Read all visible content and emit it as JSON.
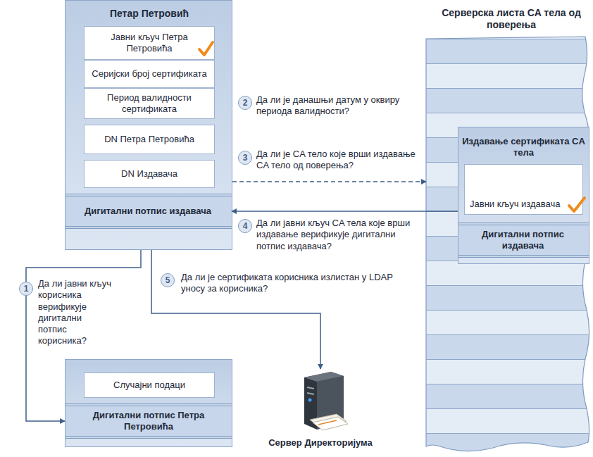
{
  "diagram": {
    "nodes": [
      {
        "text": [
          "Петар Петровић"
        ]
      },
      {
        "text": [
          "Јавни кључ Петра Петровића"
        ],
        "in": 0
      },
      {
        "text": [
          "Серијски број сертификата"
        ],
        "in": 0
      },
      {
        "text": [
          "Период валидности сертификата"
        ],
        "in": 0
      },
      {
        "text": [
          "DN Петра Петровића"
        ],
        "in": 0
      },
      {
        "text": [
          "DN Издавача"
        ],
        "in": 0
      },
      {
        "text": [
          "Дигитални потпис издавача"
        ],
        "in": 0
      },
      {
        "text": [
          "Серверска листа CA тела од поверења"
        ]
      },
      {
        "text": [
          "Издавање сертификата CA тела"
        ],
        "in": 7
      },
      {
        "text": [
          "Јавни кључ издавача"
        ],
        "in": 8
      },
      {
        "text": [
          "Дигитални потпис издавача"
        ],
        "in": 8
      },
      {
        "text": [
          "Случајни подаци",
          "Дигитални потпис Петра Петровића"
        ]
      },
      {
        "text": [
          "Сервер Директоријума"
        ]
      }
    ],
    "edges": [
      {
        "from": 0,
        "to": 11,
        "arrow": "to",
        "label": "Да ли јавни кључ корисника верификује дигитални потпис корисника?"
      },
      {
        "from": 0,
        "to": 7,
        "arrow": "to",
        "label": "Да ли је CA тело које врши издавање CA тело од поверења?"
      },
      {
        "from": 8,
        "to": 6,
        "arrow": "to",
        "label": "Да ли јавни кључ CA тела које врши издавање верификује дигитални потпис издавача?"
      },
      {
        "from": 0,
        "to": 12,
        "arrow": "to",
        "label": "Да ли је сертификата корисника излистан у LDAP уносу за корисника?"
      }
    ],
    "labels": [
      "2",
      "Да ли је данашњи датум у оквиру периода валидности?",
      "3",
      "4",
      "1",
      "5"
    ]
  }
}
